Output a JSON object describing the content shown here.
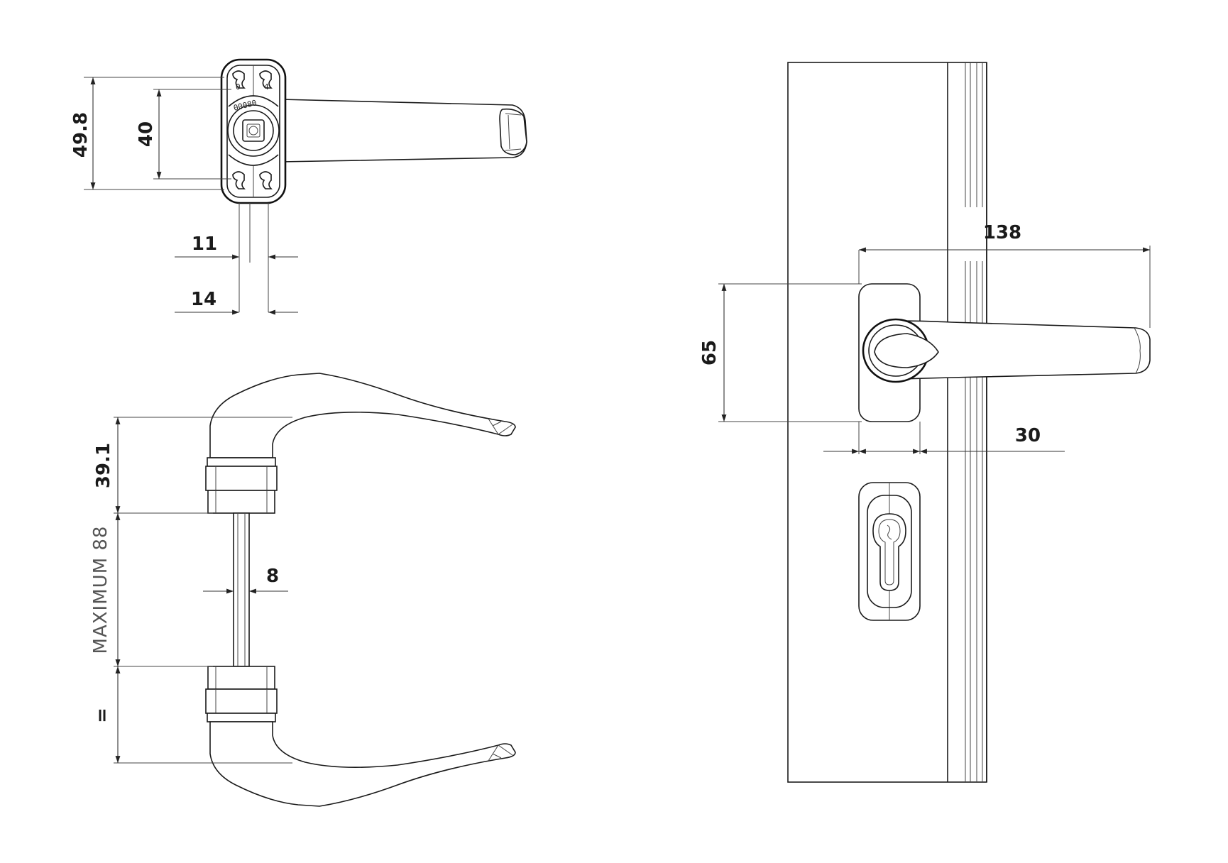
{
  "dimensions": {
    "top_view_height_outer": "49.8",
    "top_view_height_inner": "40",
    "top_view_width_11": "11",
    "top_view_width_14": "14",
    "side_view_top_offset": "39.1",
    "side_view_span": "MAXIMUM 88",
    "side_view_bottom_offset": "=",
    "spindle_width": "8",
    "front_view_length": "138",
    "front_view_plate_height": "65",
    "front_view_offset": "30"
  },
  "labels": {
    "rosette_code": "00080",
    "rosette_mark_a": "0",
    "rosette_mark_b": "4"
  },
  "colors": {
    "line": "#1a1a1a",
    "dimension_text": "#1a1a1a",
    "light_text": "#555555"
  }
}
